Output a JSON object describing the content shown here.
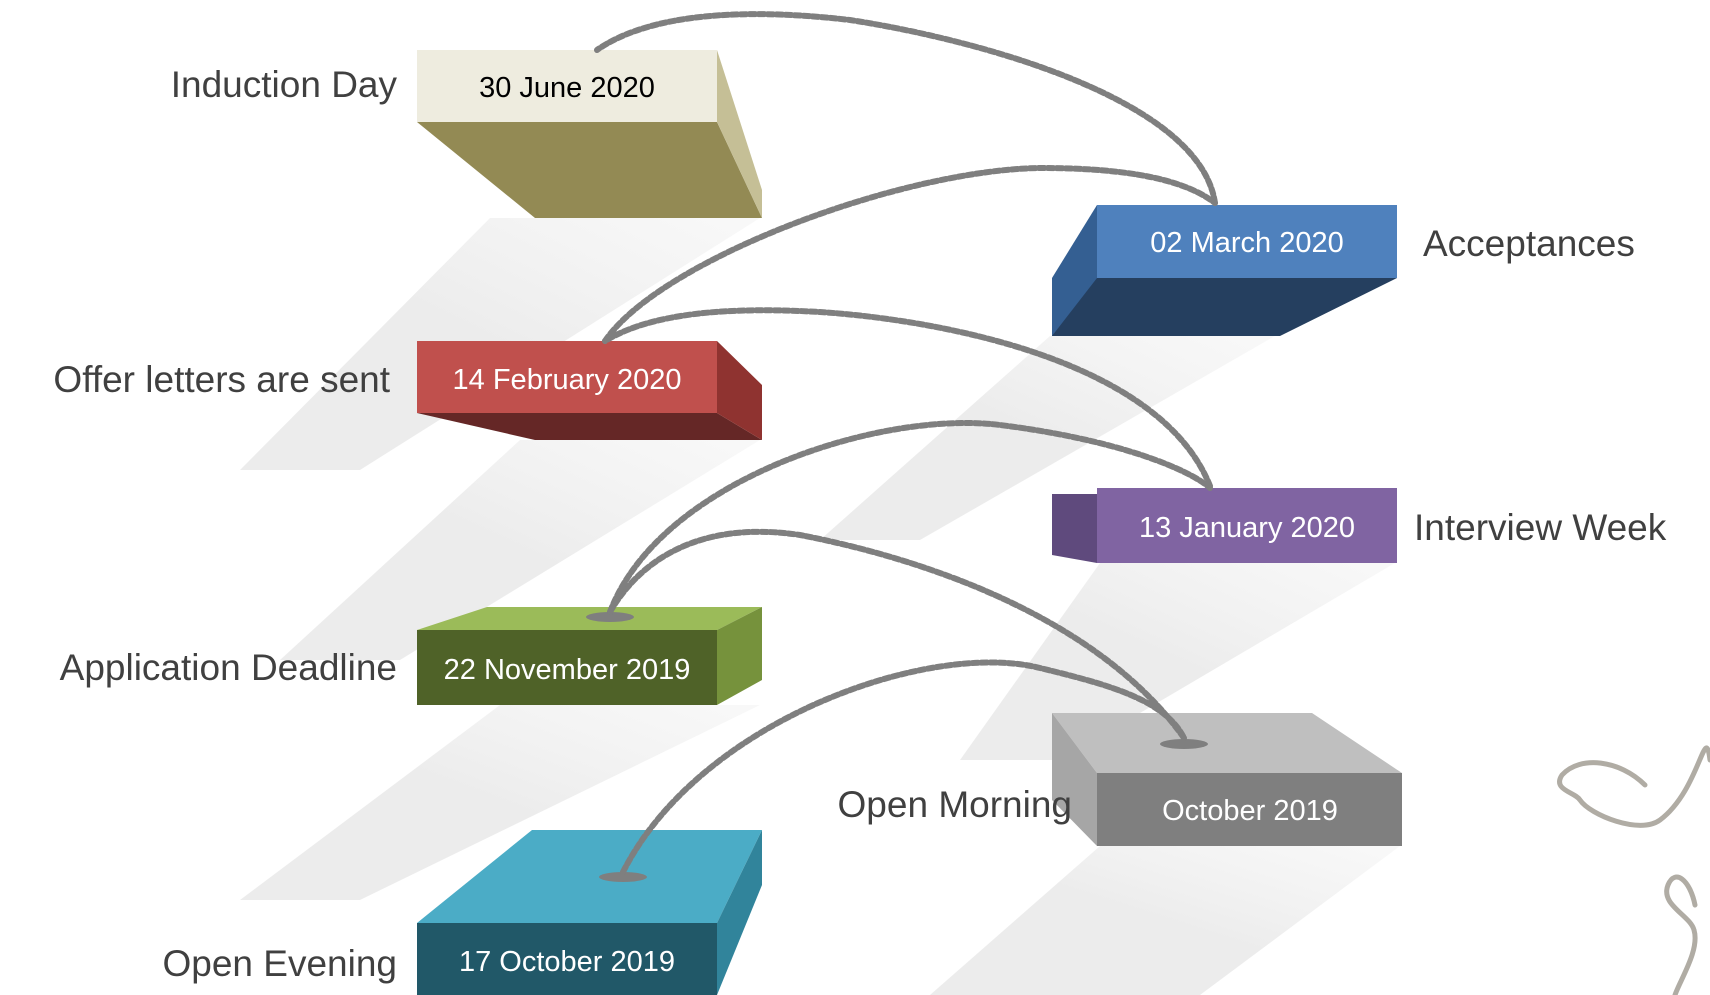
{
  "events": [
    {
      "id": "induction-day",
      "label": "Induction Day",
      "date": "30 June 2020",
      "front": "#eeecdf",
      "dark": "#938a54",
      "side": "#c5bf96",
      "text": "#000000"
    },
    {
      "id": "acceptances",
      "label": "Acceptances",
      "date": "02 March 2020",
      "front": "#4f81bd",
      "dark": "#253f5f",
      "side": "#345f92",
      "text": "#ffffff"
    },
    {
      "id": "offer-letters",
      "label": "Offer letters are sent",
      "date": "14 February 2020",
      "front": "#c0504d",
      "dark": "#652726",
      "side": "#8f3330",
      "text": "#ffffff"
    },
    {
      "id": "interview-week",
      "label": "Interview Week",
      "date": "13 January 2020",
      "front": "#8064a2",
      "dark": "#4f3c6b",
      "side": "#5f4a7d",
      "text": "#ffffff"
    },
    {
      "id": "application-deadline",
      "label": "Application Deadline",
      "date": "22 November 2019",
      "front": "#4f6228",
      "dark": "#4f6228",
      "top": "#9bbb59",
      "side": "#76923c",
      "text": "#ffffff"
    },
    {
      "id": "open-morning",
      "label": "Open Morning",
      "date": "October 2019",
      "front": "#7f7f7f",
      "dark": "#7f7f7f",
      "top": "#bfbfbf",
      "side": "#a6a6a6",
      "text": "#ffffff"
    },
    {
      "id": "open-evening",
      "label": "Open Evening",
      "date": "17 October 2019",
      "front": "#215868",
      "dark": "#215868",
      "top": "#4bacc6",
      "side": "#31849b",
      "text": "#ffffff"
    }
  ]
}
